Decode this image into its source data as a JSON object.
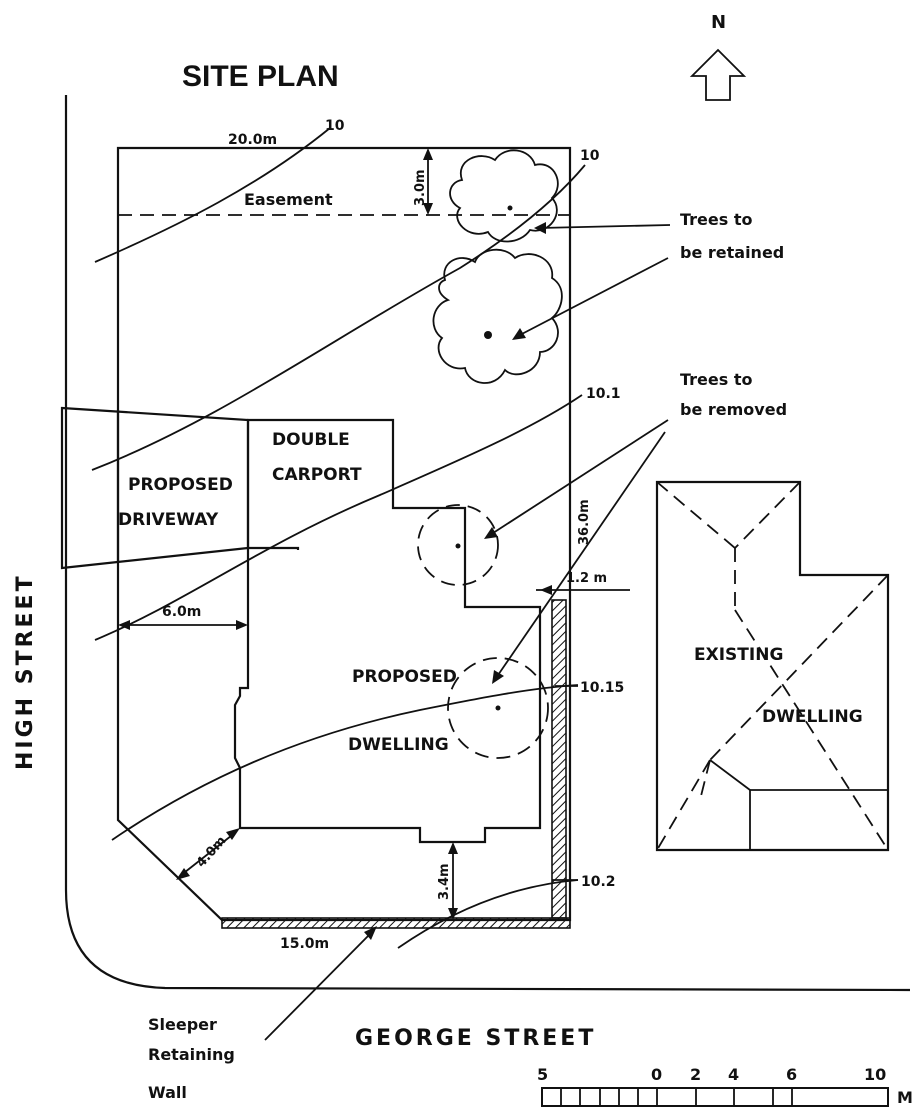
{
  "title": "SITE PLAN",
  "north": "N",
  "dimensions": {
    "top_width": "20.0m",
    "easement_depth": "3.0m",
    "side_depth": "36.0m",
    "side_setback": "1.2 m",
    "front_setback": "6.0m",
    "corner_setback": "4.0m",
    "rear_setback": "3.4m",
    "bottom_width": "15.0m"
  },
  "contours": {
    "c1": "10",
    "c2": "10",
    "c3": "10.1",
    "c4": "10.15",
    "c5": "10.2"
  },
  "labels": {
    "easement": "Easement",
    "trees_retained_1": "Trees to",
    "trees_retained_2": "be retained",
    "trees_removed_1": "Trees to",
    "trees_removed_2": "be removed",
    "driveway_1": "PROPOSED",
    "driveway_2": "DRIVEWAY",
    "carport_1": "DOUBLE",
    "carport_2": "CARPORT",
    "dwelling_1": "PROPOSED",
    "dwelling_2": "DWELLING",
    "existing_1": "EXISTING",
    "existing_2": "DWELLING",
    "wall_1": "Sleeper",
    "wall_2": "Retaining",
    "wall_3": "Wall"
  },
  "streets": {
    "west": "HIGH STREET",
    "south": "GEORGE STREET"
  },
  "scale": {
    "ticks": [
      "5",
      "0",
      "2",
      "4",
      "6",
      "10"
    ],
    "unit": "M"
  }
}
